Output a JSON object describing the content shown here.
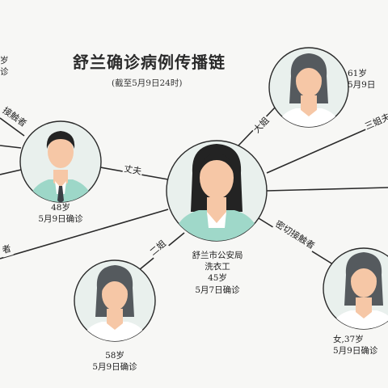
{
  "title": "舒兰确诊病例传播链",
  "subtitle": "(截至5月9日24时)",
  "nodes": {
    "center": {
      "line1": "舒兰市公安局",
      "line2": "洗衣工",
      "line3": "45岁",
      "line4": "5月7日确诊"
    },
    "husband": {
      "line1": "48岁",
      "line2": "5月9日确诊"
    },
    "eldest_sister": {
      "line1": "61岁",
      "line2": "5月9日"
    },
    "second_sister": {
      "line1": "58岁",
      "line2": "5月9日确诊"
    },
    "close_contact": {
      "line1": "女,37岁",
      "line2": "5月9日确诊"
    },
    "left_top_partial": {
      "line1": "岁",
      "line2": "诊"
    }
  },
  "edges": {
    "husband": "丈夫",
    "eldest_sister": "大姐",
    "second_sister": "二姐",
    "third_sister": "三姐夫",
    "close_contact": "密切接触者",
    "left_close_contact_top": "接触者",
    "left_close_contact_bottom": "者"
  },
  "colors": {
    "skin": "#f6c7a6",
    "hair": "#232323",
    "female_clothes": "#9fd8c9",
    "male_clothes": "#9dd7c8",
    "circle_fill": "#e9f0ed",
    "tie": "#3b3f45"
  }
}
